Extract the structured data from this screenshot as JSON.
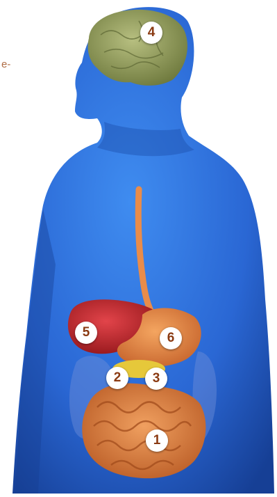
{
  "caption_fragment": "e-",
  "markers": [
    {
      "id": "1",
      "label": "1",
      "organ": "small-intestine"
    },
    {
      "id": "2",
      "label": "2",
      "organ": "pancreas-left"
    },
    {
      "id": "3",
      "label": "3",
      "organ": "pancreas-right"
    },
    {
      "id": "4",
      "label": "4",
      "organ": "brain"
    },
    {
      "id": "5",
      "label": "5",
      "organ": "liver"
    },
    {
      "id": "6",
      "label": "6",
      "organ": "stomach"
    }
  ],
  "colors": {
    "body": "#2a67d4",
    "brain": "#8f9a5a",
    "liver": "#c7262f",
    "stomach": "#e8893f",
    "intestine": "#d9763a",
    "pancreas": "#e6c83a",
    "marker_text": "#8a3a12"
  }
}
